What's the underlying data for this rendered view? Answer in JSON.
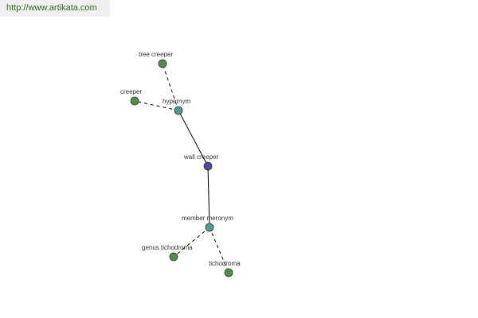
{
  "site": {
    "url": "http://www.artikata.com"
  },
  "colors": {
    "url_text": "#2a6a1a",
    "url_bg": "#f0f0f0",
    "center_node": "#4a4a9a",
    "relation_node": "#4f9a8e",
    "leaf_node": "#4f8f48",
    "node_stroke": "#333333",
    "edge": "#000000"
  },
  "graph": {
    "nodes": [
      {
        "id": "wall-creeper",
        "label": "wall creeper",
        "kind": "center"
      },
      {
        "id": "hypernym",
        "label": "hypernym",
        "kind": "relation"
      },
      {
        "id": "member-meronym",
        "label": "member meronym",
        "kind": "relation"
      },
      {
        "id": "tree-creeper",
        "label": "tree creeper",
        "kind": "leaf"
      },
      {
        "id": "creeper",
        "label": "creeper",
        "kind": "leaf"
      },
      {
        "id": "genus-tichodroma",
        "label": "genus tichodroma",
        "kind": "leaf"
      },
      {
        "id": "tichodroma",
        "label": "tichodroma",
        "kind": "leaf"
      }
    ],
    "edges": [
      {
        "from": "wall-creeper",
        "to": "hypernym",
        "style": "solid"
      },
      {
        "from": "wall-creeper",
        "to": "member-meronym",
        "style": "solid"
      },
      {
        "from": "hypernym",
        "to": "tree-creeper",
        "style": "dashed"
      },
      {
        "from": "hypernym",
        "to": "creeper",
        "style": "dashed"
      },
      {
        "from": "member-meronym",
        "to": "genus-tichodroma",
        "style": "dashed"
      },
      {
        "from": "member-meronym",
        "to": "tichodroma",
        "style": "dashed"
      }
    ]
  }
}
